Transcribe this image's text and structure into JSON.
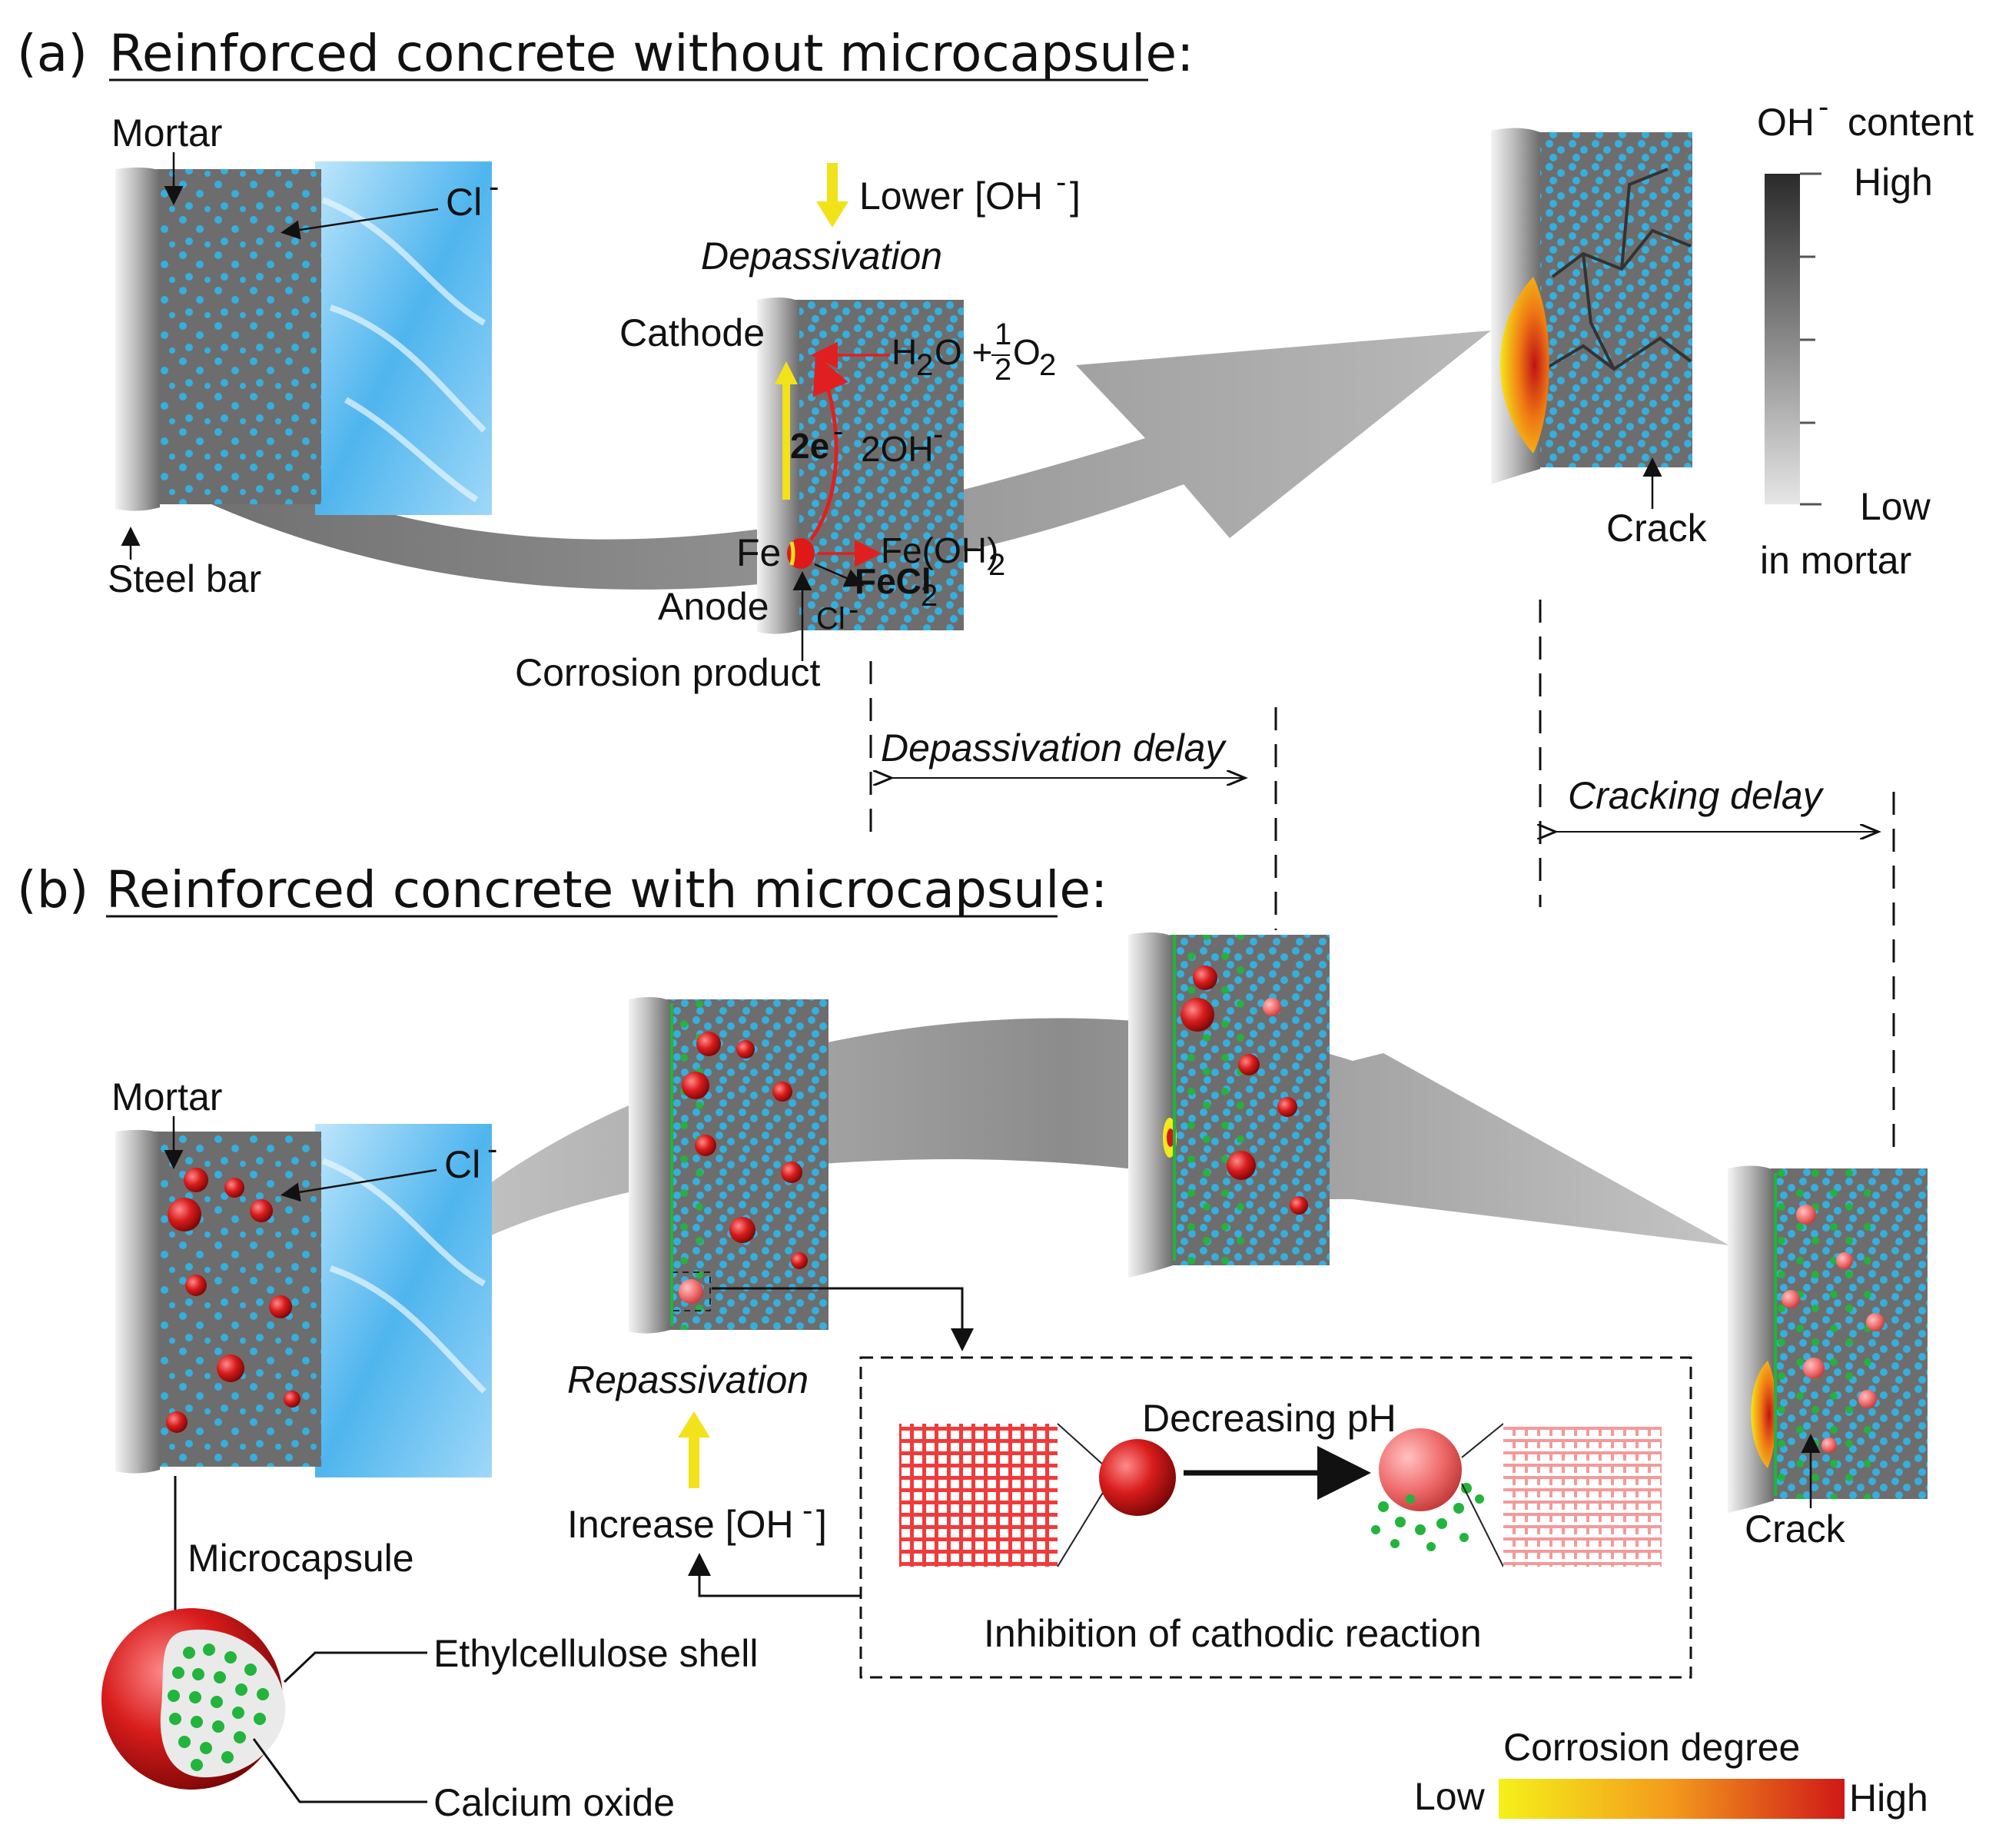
{
  "section_a": {
    "prefix": "(a)",
    "title": "Reinforced concrete without microcapsule:",
    "mortar": "Mortar",
    "chloride": "Cl",
    "chloride_sup": "-",
    "steel_bar": "Steel bar",
    "lower_oh": "Lower [OH",
    "lower_oh_sup": "-",
    "lower_oh_end": "]",
    "depassivation": "Depassivation",
    "cathode": "Cathode",
    "anode": "Anode",
    "h2o": "H",
    "h2o_sub": "2",
    "h2o_end": "O +",
    "half_num": "1",
    "half_den": "2",
    "o2": "O",
    "o2_sub": "2",
    "electrons": "2e",
    "electrons_sup": "-",
    "hydroxide": "2OH",
    "hydroxide_sup": "-",
    "fe": "Fe",
    "fe_oh": "Fe(OH)",
    "fe_oh_sub": "2",
    "fecl": "FeCl",
    "fecl_sub": "2",
    "cl_small": "Cl",
    "cl_small_sup": "-",
    "corrosion_product": "Corrosion product",
    "crack": "Crack"
  },
  "legend_oh": {
    "title": "OH",
    "title_sup": "-",
    "title_end": "content",
    "high": "High",
    "low": "Low",
    "caption": "in mortar"
  },
  "delays": {
    "depassivation_delay": "Depassivation delay",
    "cracking_delay": "Cracking delay"
  },
  "section_b": {
    "prefix": "(b)",
    "title": "Reinforced concrete with microcapsule:",
    "mortar": "Mortar",
    "chloride": "Cl",
    "chloride_sup": "-",
    "repassivation": "Repassivation",
    "increase_oh": "Increase [OH",
    "increase_oh_sup": "-",
    "increase_oh_end": "]",
    "microcapsule": "Microcapsule",
    "shell": "Ethylcellulose shell",
    "core": "Calcium oxide",
    "decreasing_ph": "Decreasing pH",
    "inhibition": "Inhibition of cathodic reaction",
    "crack": "Crack"
  },
  "legend_corrosion": {
    "title": "Corrosion degree",
    "low": "Low",
    "high": "High"
  },
  "colors": {
    "ion_blue": "#2fb6ea",
    "microcapsule_red": "#d61a1a",
    "calcium_green": "#22b43c",
    "arrow_gray": "#9a9a9a",
    "yellow": "#f2e21a",
    "mortar_gray": "#6d6d6d"
  }
}
